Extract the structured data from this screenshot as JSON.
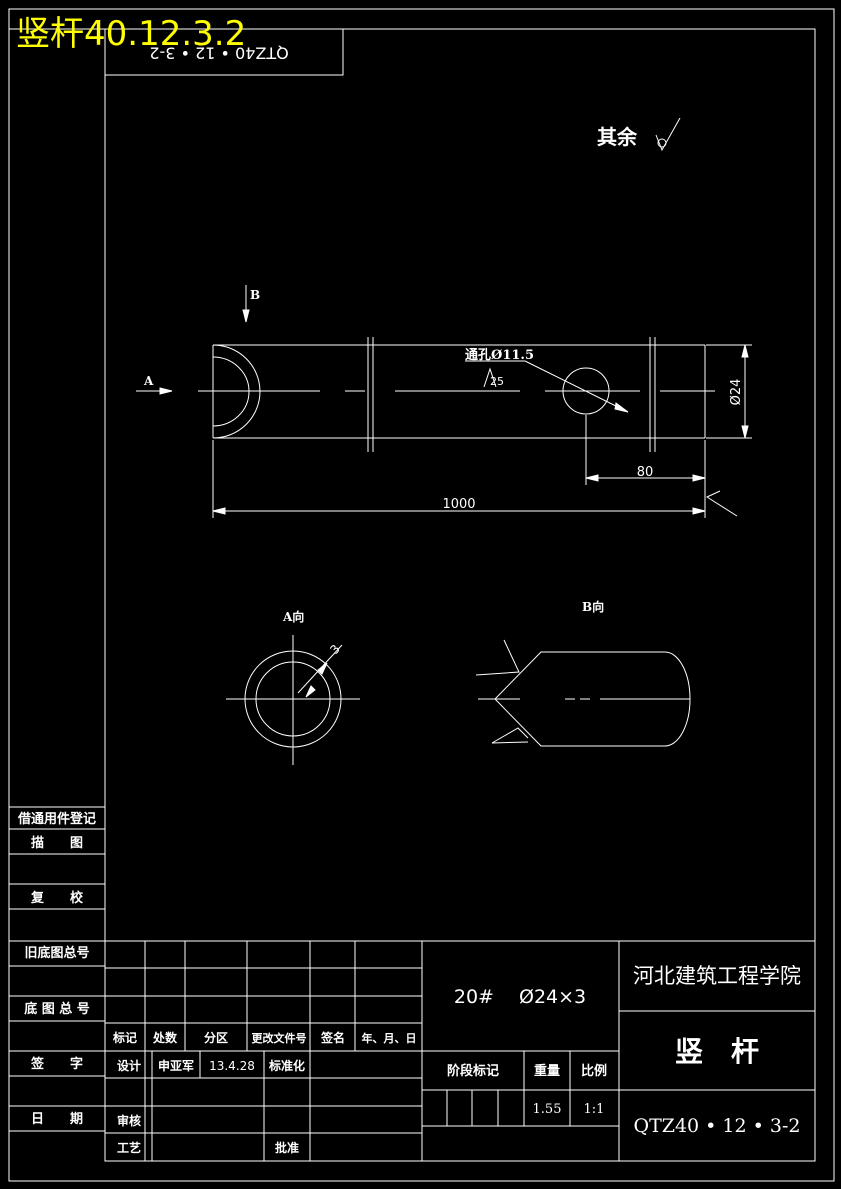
{
  "overlay_title": "竖杆40.12.3.2",
  "top_left_code": "QTZ40 • 12 • 3-2",
  "roughness_note": "其余",
  "views": {
    "b_arrow_label": "B",
    "a_arrow_label": "A",
    "a_view_title": "A向",
    "b_view_title": "B向"
  },
  "dimensions": {
    "through_hole": "通孔Ø11.5",
    "hole_roughness": "25",
    "diameter": "Ø24",
    "hole_offset": "80",
    "length": "1000",
    "wall": "3"
  },
  "left_column": {
    "register": "借通用件登记",
    "trace": "描　　图",
    "check": "复　　校",
    "old_base_no": "旧底图总号",
    "base_no": "底 图 总 号",
    "signature": "签　　字",
    "date": "日　　期"
  },
  "title_block": {
    "material": "20#　 Ø24×3",
    "school": "河北建筑工程学院",
    "part_name": "竖　杆",
    "drawing_no": "QTZ40 • 12 • 3-2",
    "rev_headers": [
      "标记",
      "处数",
      "分区",
      "更改文件号",
      "签名",
      "年、月、日"
    ],
    "design_label": "设计",
    "designer": "申亚军",
    "design_date": "13.4.28",
    "standardize_label": "标准化",
    "review_label": "审核",
    "process_label": "工艺",
    "approve_label": "批准",
    "stage_label": "阶段标记",
    "weight_label": "重量",
    "scale_label": "比例",
    "weight": "1.55",
    "scale": "1:1"
  }
}
